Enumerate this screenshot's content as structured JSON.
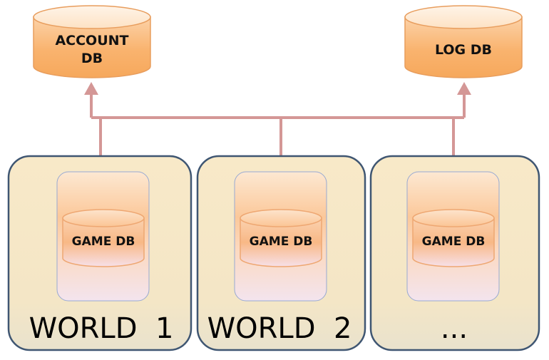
{
  "top_databases": {
    "account": {
      "line1": "ACCOUNT",
      "line2": "DB"
    },
    "log": {
      "label": "LOG DB"
    }
  },
  "worlds": [
    {
      "name": "WORLD  1",
      "db_label": "GAME DB"
    },
    {
      "name": "WORLD  2",
      "db_label": "GAME DB"
    },
    {
      "name": "...",
      "db_label": "GAME DB"
    }
  ],
  "colors": {
    "connector": "#d49796",
    "world_border": "#3f5672",
    "world_fill_top": "#f5e6c2",
    "world_fill_bottom": "#ece4cd",
    "cylinder_top": "#fde9d2",
    "cylinder_body": "#f9b26b",
    "cylinder_edge": "#e89d5d"
  }
}
